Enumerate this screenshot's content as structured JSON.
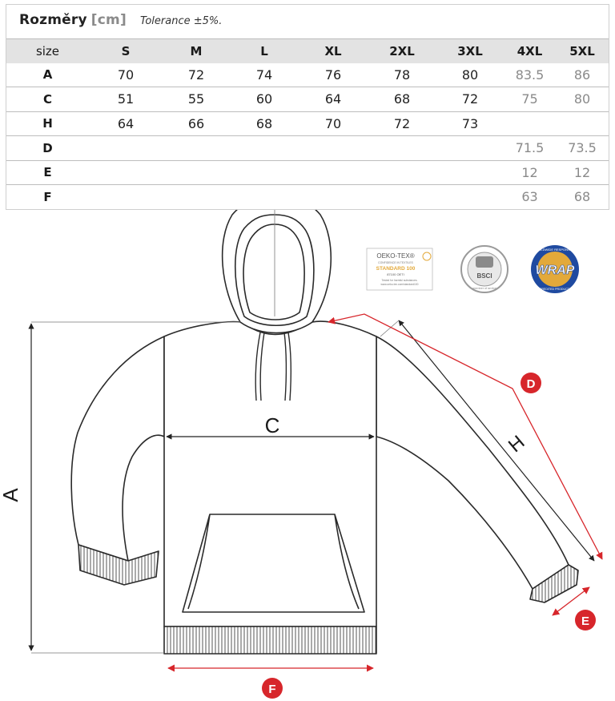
{
  "header": {
    "title": "Rozměry",
    "unit": "[cm]",
    "tolerance": "Tolerance  ±5%."
  },
  "size_table": {
    "corner_label": "size",
    "columns": [
      "S",
      "M",
      "L",
      "XL",
      "2XL",
      "3XL",
      "4XL",
      "5XL"
    ],
    "rows": [
      {
        "label": "A",
        "values": [
          "70",
          "72",
          "74",
          "76",
          "78",
          "80",
          "83.5",
          "86"
        ]
      },
      {
        "label": "C",
        "values": [
          "51",
          "55",
          "60",
          "64",
          "68",
          "72",
          "75",
          "80"
        ]
      },
      {
        "label": "H",
        "values": [
          "64",
          "66",
          "68",
          "70",
          "72",
          "73",
          "",
          ""
        ]
      },
      {
        "label": "D",
        "values": [
          "",
          "",
          "",
          "",
          "",
          "",
          "71.5",
          "73.5"
        ]
      },
      {
        "label": "E",
        "values": [
          "",
          "",
          "",
          "",
          "",
          "",
          "12",
          "12"
        ]
      },
      {
        "label": "F",
        "values": [
          "",
          "",
          "",
          "",
          "",
          "",
          "63",
          "68"
        ]
      }
    ]
  },
  "diagram": {
    "labels": {
      "a": "A",
      "c": "C",
      "h": "H",
      "d": "D",
      "e": "E",
      "f": "F"
    }
  },
  "certifications": {
    "oekotex": {
      "name": "OEKO-TEX®",
      "subtitle": "CONFIDENCE IN TEXTILES",
      "standard": "STANDARD 100",
      "code": "87100 OETI",
      "note1": "Tested for harmful substances.",
      "note2": "www.oeko-tex.com/standard100"
    },
    "bsci": {
      "name": "BSCI",
      "ring": "member of amfori"
    },
    "wrap": {
      "name": "WRAP",
      "top": "WORLDWIDE RESPONSIBLE",
      "bottom": "ACCREDITED PRODUCTION"
    }
  },
  "colors": {
    "accent_red": "#d7262b",
    "header_gray": "#e3e3e3",
    "wrap_blue": "#1f4aa0",
    "wrap_gold": "#e3a93a"
  }
}
